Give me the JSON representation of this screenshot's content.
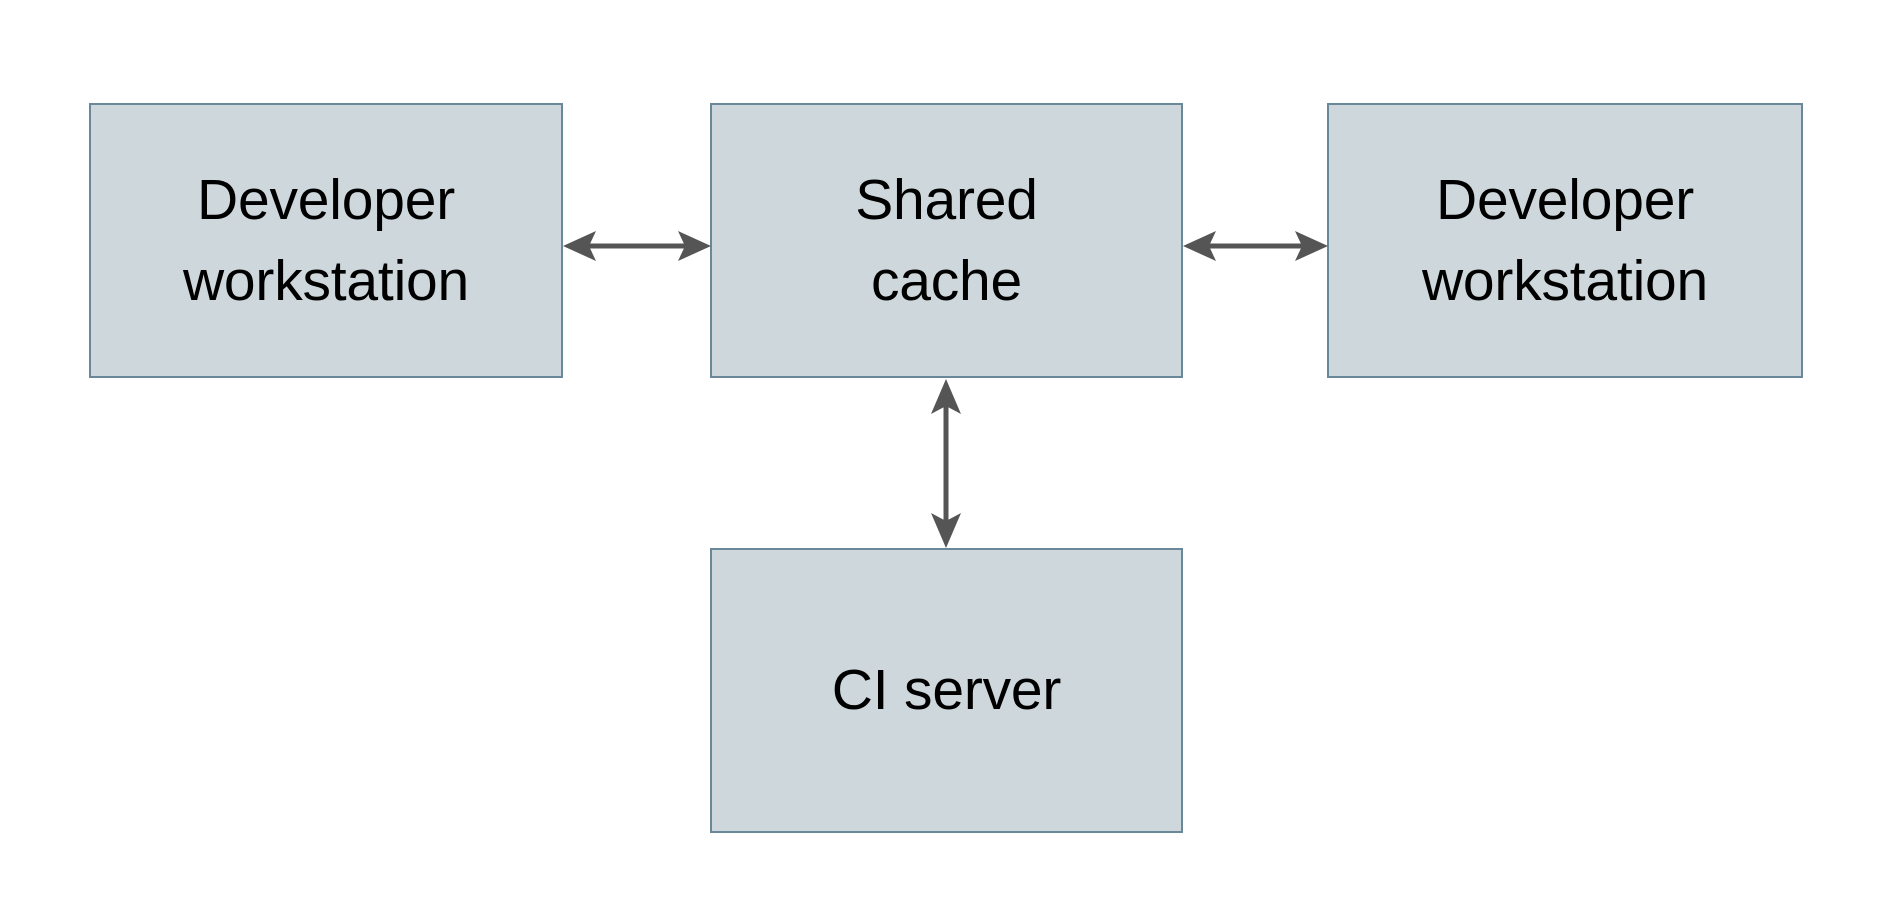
{
  "diagram": {
    "type": "block-diagram",
    "background_color": "#ffffff",
    "node_fill_color": "#ced8dc",
    "node_border_color": "#6a8899",
    "edge_color": "#555555",
    "text_color": "#000000",
    "nodes": [
      {
        "id": "dev-left",
        "label": "Developer\nworkstation",
        "shape": "rectangle"
      },
      {
        "id": "cache",
        "label": "Shared\ncache",
        "shape": "rectangle"
      },
      {
        "id": "dev-right",
        "label": "Developer\nworkstation",
        "shape": "rectangle"
      },
      {
        "id": "ci",
        "label": "CI server",
        "shape": "rectangle"
      }
    ],
    "edges": [
      {
        "id": "edge-left-cache",
        "from": "dev-left",
        "to": "cache",
        "style": "double-arrow",
        "orientation": "horizontal",
        "label": ""
      },
      {
        "id": "edge-cache-right",
        "from": "cache",
        "to": "dev-right",
        "style": "double-arrow",
        "orientation": "horizontal",
        "label": ""
      },
      {
        "id": "edge-cache-ci",
        "from": "cache",
        "to": "ci",
        "style": "double-arrow",
        "orientation": "vertical",
        "label": ""
      }
    ]
  }
}
